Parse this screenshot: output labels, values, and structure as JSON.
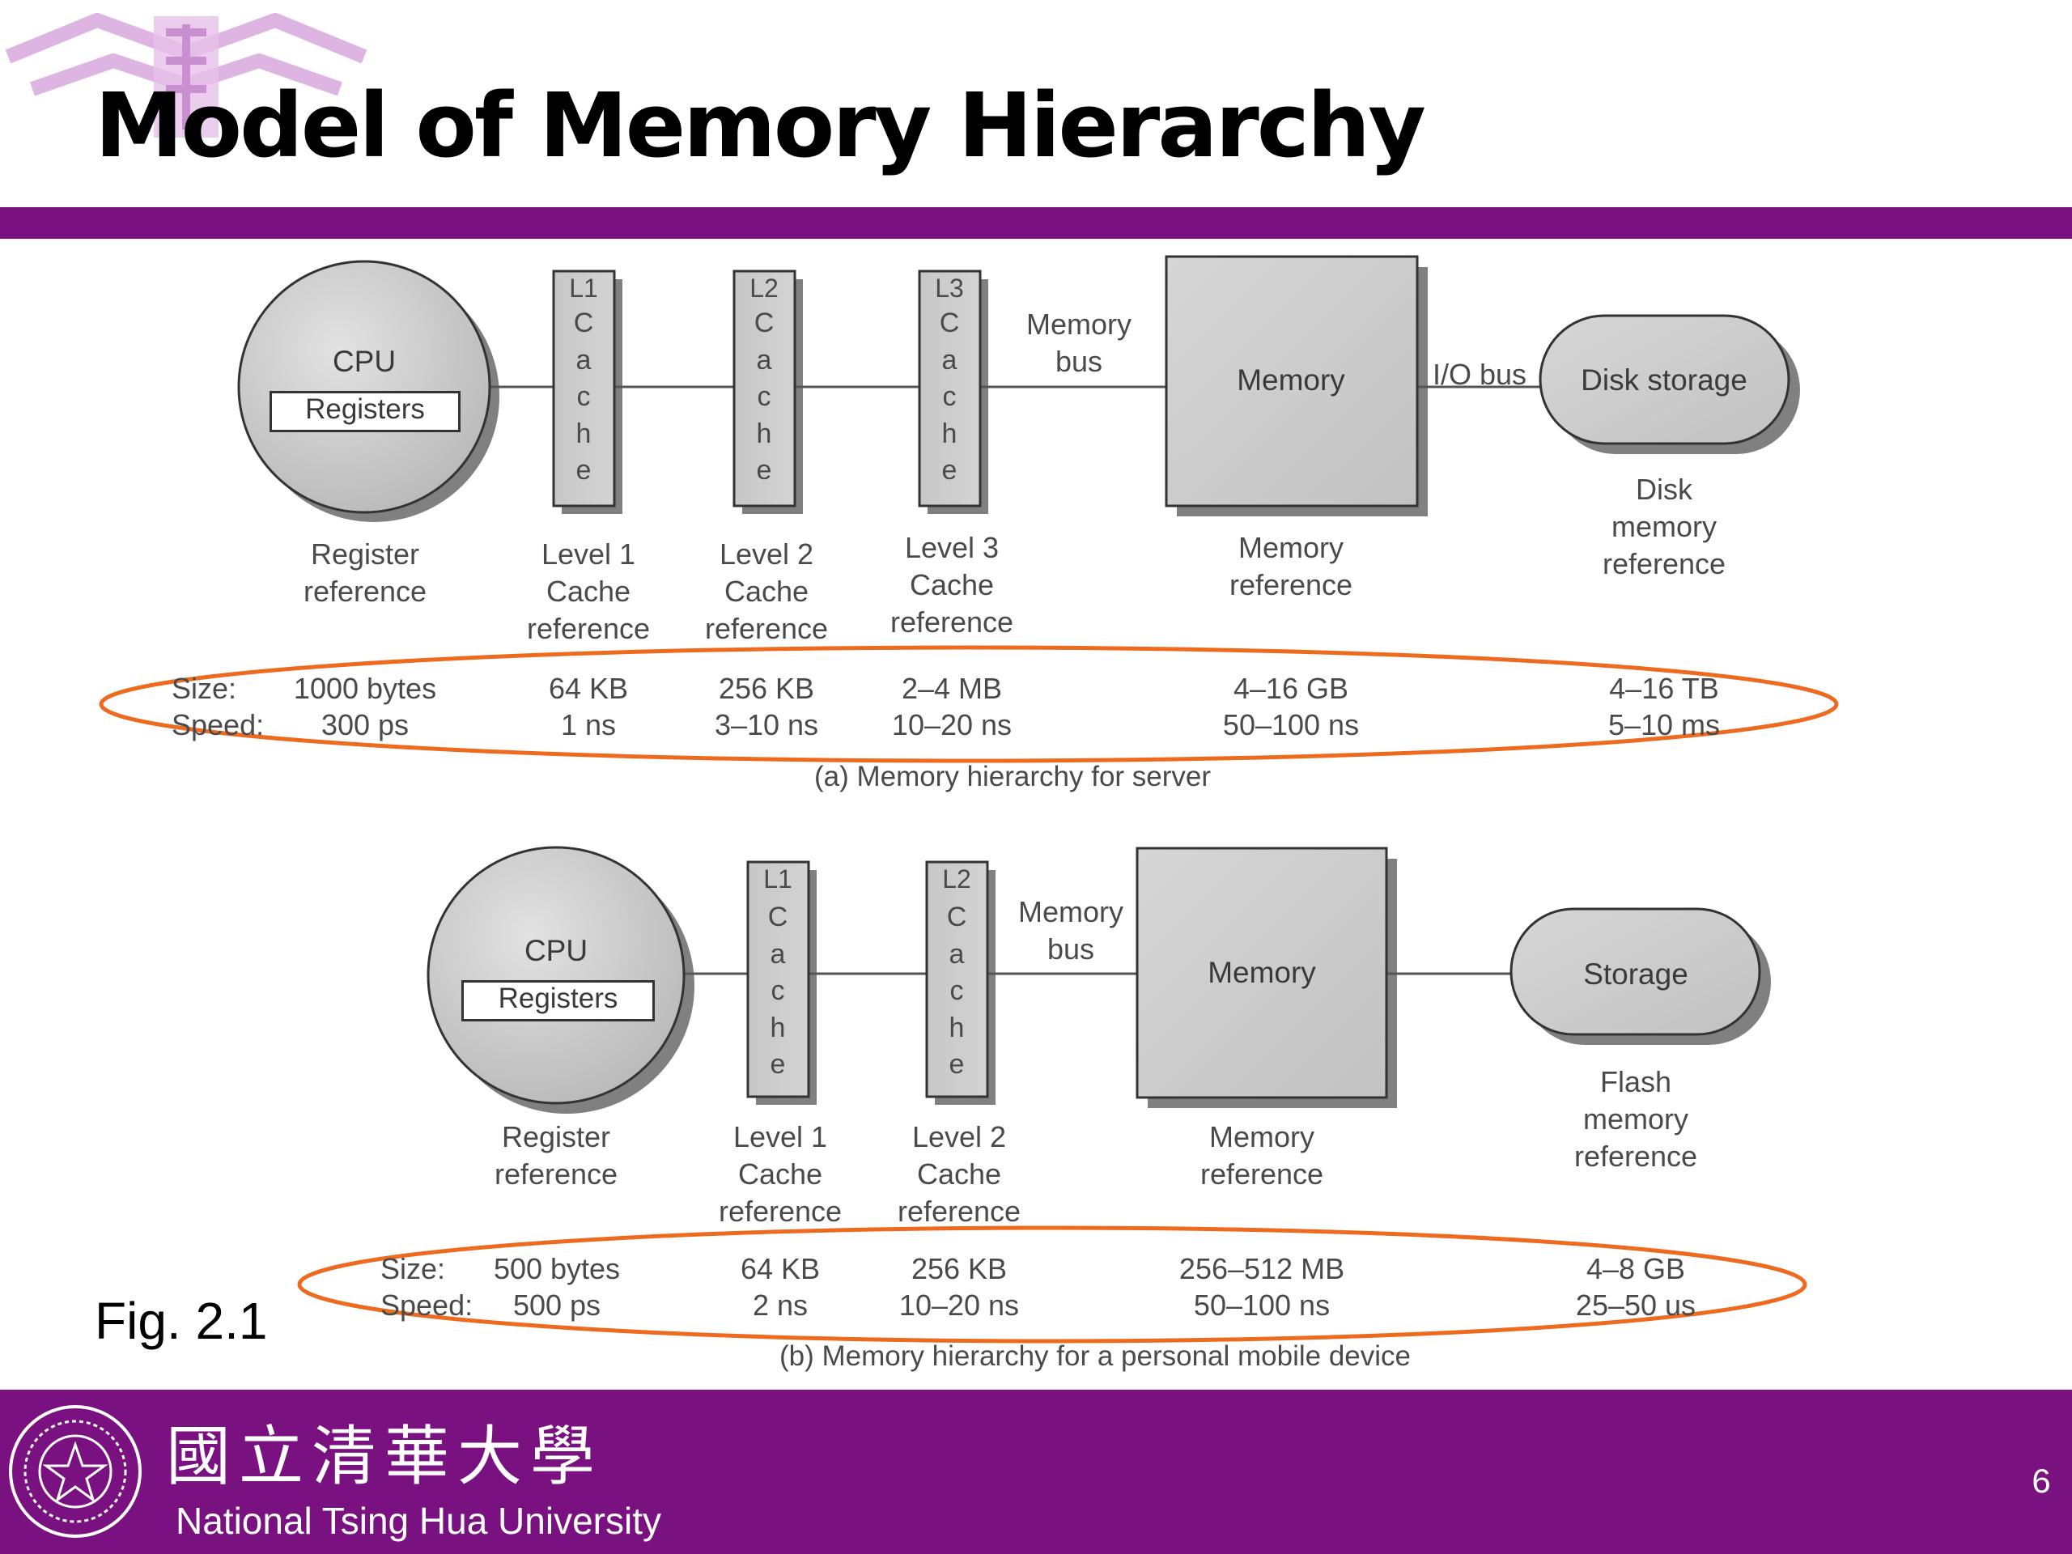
{
  "slide": {
    "title": "Model of Memory Hierarchy",
    "figure_label": "Fig. 2.1",
    "page_number": "6"
  },
  "footer": {
    "university_cjk": "國立清華大學",
    "university_en": "National Tsing Hua University"
  },
  "colors": {
    "brand_purple": "#7a1180",
    "highlight_orange": "#ee6a1e",
    "component_gray": "#c8c8c8"
  },
  "diagram_a": {
    "caption": "(a) Memory hierarchy for server",
    "cpu_label": "CPU",
    "registers_label": "Registers",
    "caches": [
      {
        "name": "L1",
        "letters": "C\na\nc\nh\ne"
      },
      {
        "name": "L2",
        "letters": "C\na\nc\nh\ne"
      },
      {
        "name": "L3",
        "letters": "C\na\nc\nh\ne"
      }
    ],
    "memory_bus_label": "Memory\nbus",
    "memory_label": "Memory",
    "io_bus_label": "I/O bus",
    "storage_label": "Disk storage",
    "references": [
      "Register\nreference",
      "Level 1\nCache\nreference",
      "Level 2\nCache\nreference",
      "Level 3\nCache\nreference",
      "Memory\nreference",
      "Disk\nmemory\nreference"
    ],
    "size_label": "Size:",
    "speed_label": "Speed:",
    "sizes": [
      "1000 bytes",
      "64 KB",
      "256 KB",
      "2–4 MB",
      "4–16 GB",
      "4–16 TB"
    ],
    "speeds": [
      "300 ps",
      "1 ns",
      "3–10 ns",
      "10–20 ns",
      "50–100 ns",
      "5–10 ms"
    ]
  },
  "diagram_b": {
    "caption": "(b) Memory hierarchy for a personal mobile device",
    "cpu_label": "CPU",
    "registers_label": "Registers",
    "caches": [
      {
        "name": "L1",
        "letters": "C\na\nc\nh\ne"
      },
      {
        "name": "L2",
        "letters": "C\na\nc\nh\ne"
      }
    ],
    "memory_bus_label": "Memory\nbus",
    "memory_label": "Memory",
    "storage_label": "Storage",
    "references": [
      "Register\nreference",
      "Level 1\nCache\nreference",
      "Level 2\nCache\nreference",
      "Memory\nreference",
      "Flash\nmemory\nreference"
    ],
    "size_label": "Size:",
    "speed_label": "Speed:",
    "sizes": [
      "500 bytes",
      "64 KB",
      "256 KB",
      "256–512 MB",
      "4–8 GB"
    ],
    "speeds": [
      "500 ps",
      "2 ns",
      "10–20 ns",
      "50–100 ns",
      "25–50 us"
    ]
  }
}
